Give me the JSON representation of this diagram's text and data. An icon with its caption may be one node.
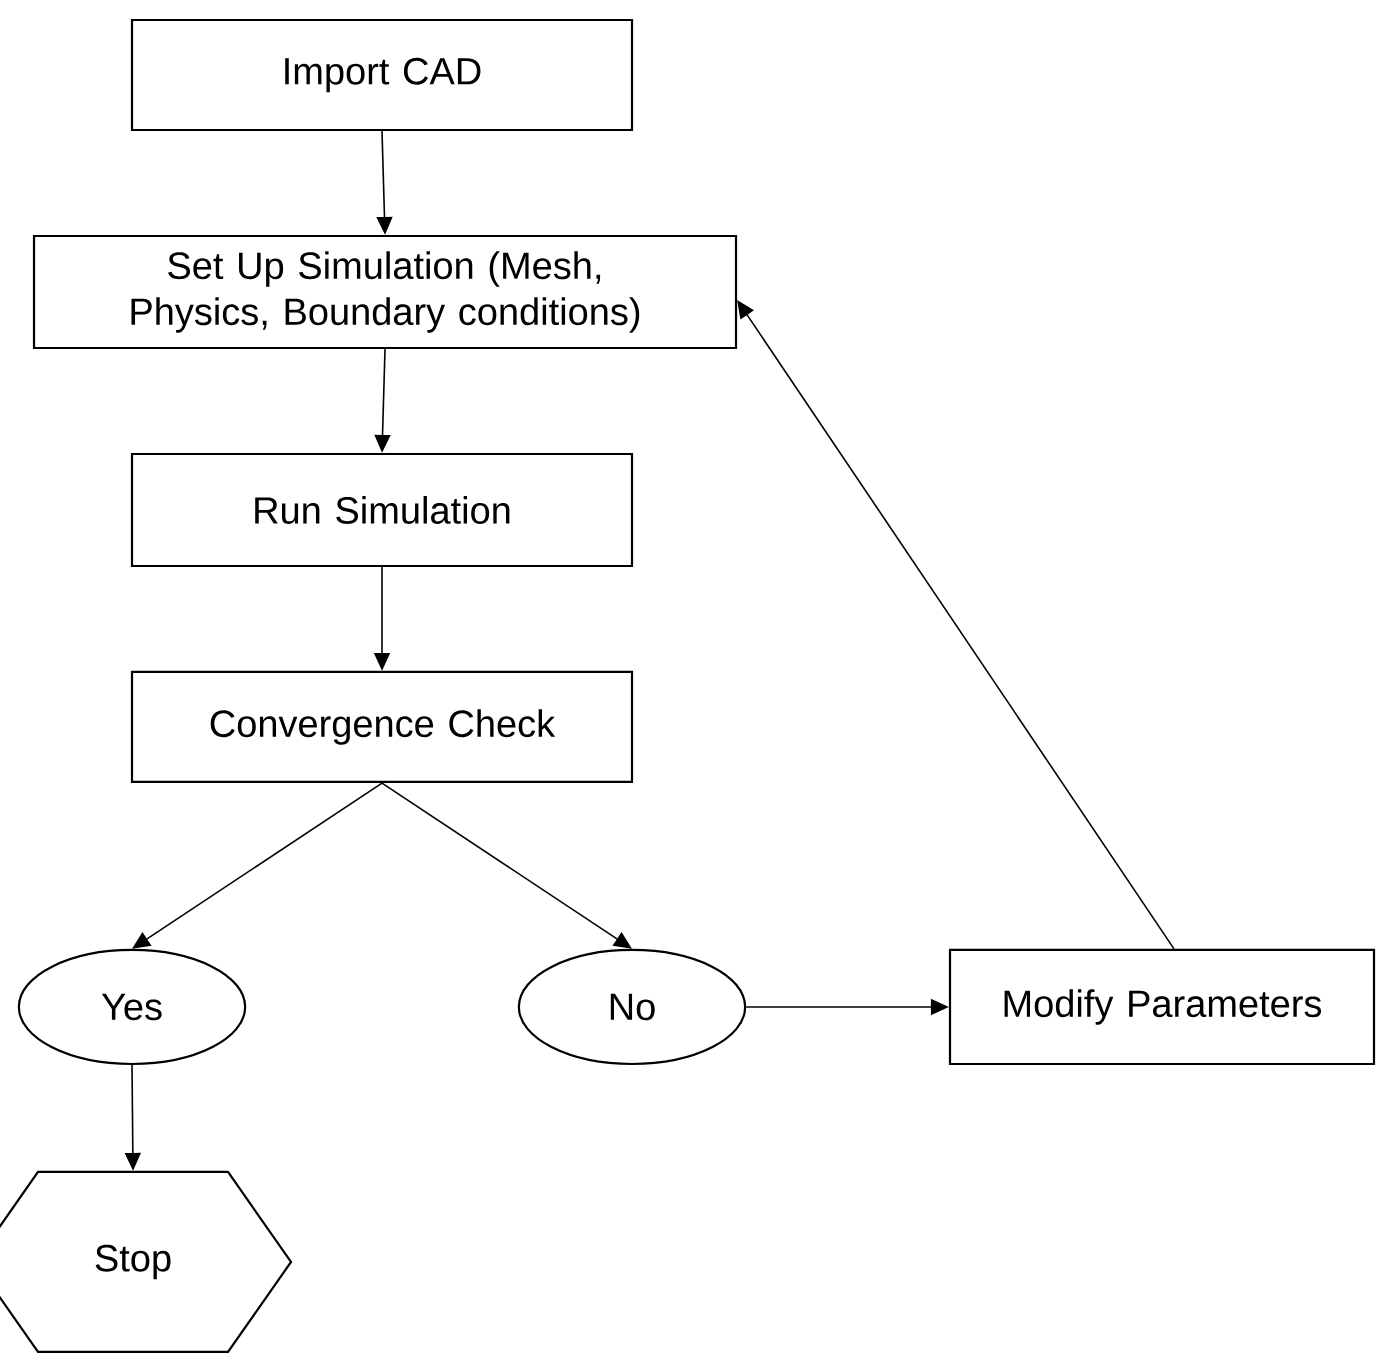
{
  "diagram": {
    "nodes": [
      {
        "text": [
          "Import CAD"
        ]
      },
      {
        "text": [
          "Set Up Simulation (Mesh, Physics, Boundary conditions)"
        ]
      },
      {
        "text": [
          "Run Simulation"
        ]
      },
      {
        "text": [
          "Convergence Check"
        ]
      },
      {
        "text": [
          "Yes"
        ]
      },
      {
        "text": [
          "No"
        ]
      },
      {
        "text": [
          "Modify Parameters"
        ]
      },
      {
        "text": [
          "Stop"
        ]
      }
    ],
    "edges": [
      {
        "from": 0,
        "to": 1,
        "arrow": "to"
      },
      {
        "from": 1,
        "to": 2,
        "arrow": "to"
      },
      {
        "from": 2,
        "to": 3,
        "arrow": "to"
      },
      {
        "from": 3,
        "to": 4,
        "arrow": "to"
      },
      {
        "from": 3,
        "to": 5,
        "arrow": "to"
      },
      {
        "from": 5,
        "to": 6,
        "arrow": "to"
      },
      {
        "from": 6,
        "to": 1,
        "arrow": "to"
      },
      {
        "from": 4,
        "to": 7,
        "arrow": "to"
      }
    ]
  }
}
